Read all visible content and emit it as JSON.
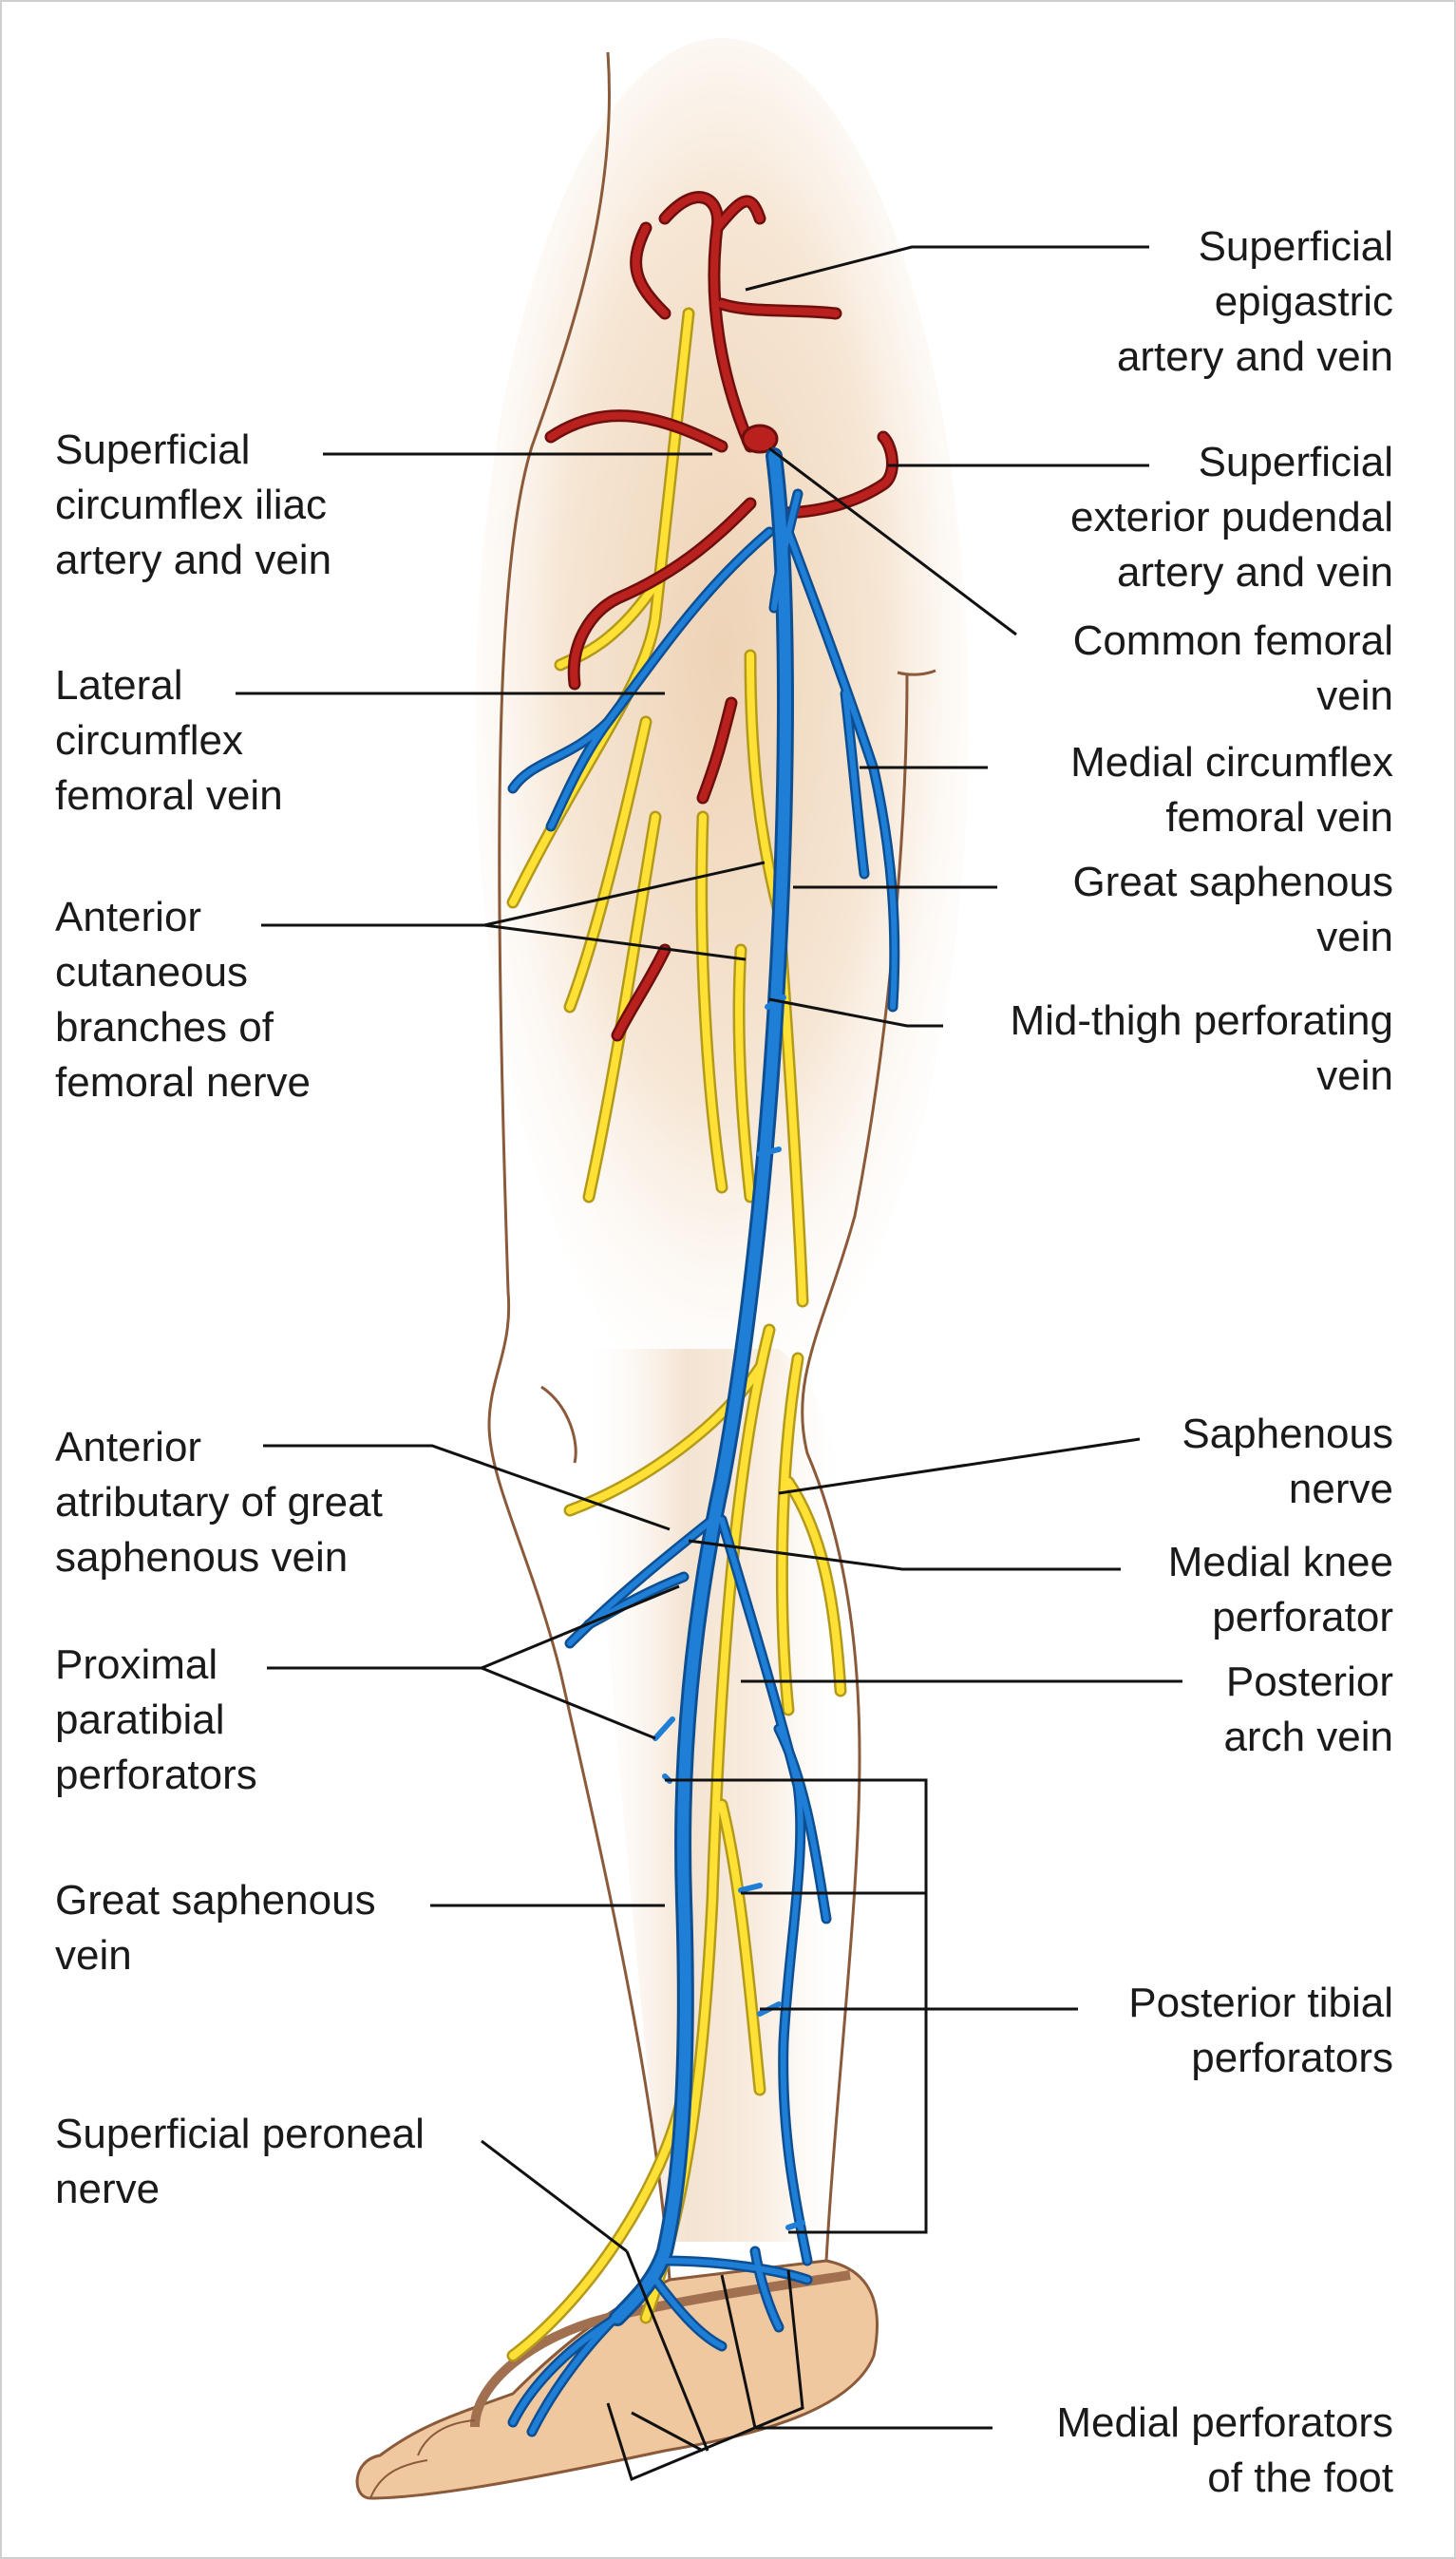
{
  "labels": {
    "superficial_epigastric": [
      "Superficial",
      "epigastric",
      "artery and vein"
    ],
    "superficial_circumflex_iliac": [
      "Superficial",
      "circumflex iliac",
      "artery and vein"
    ],
    "superficial_exterior_pudendal": [
      "Superficial",
      "exterior pudendal",
      "artery and vein"
    ],
    "common_femoral_vein": [
      "Common femoral",
      "vein"
    ],
    "lateral_circumflex_femoral": [
      "Lateral",
      "circumflex",
      "femoral vein"
    ],
    "medial_circumflex_femoral": [
      "Medial circumflex",
      "femoral vein"
    ],
    "great_saphenous_upper": [
      "Great saphenous",
      "vein"
    ],
    "anterior_cutaneous": [
      "Anterior",
      "cutaneous",
      "branches of",
      "femoral nerve"
    ],
    "mid_thigh_perforating": [
      "Mid-thigh perforating",
      "vein"
    ],
    "saphenous_nerve": [
      "Saphenous",
      "nerve"
    ],
    "anterior_tributary": [
      "Anterior",
      "atributary of great",
      "saphenous vein"
    ],
    "medial_knee_perforator": [
      "Medial knee",
      "perforator"
    ],
    "proximal_paratibial": [
      "Proximal",
      "paratibial",
      "perforators"
    ],
    "posterior_arch_vein": [
      "Posterior",
      "arch vein"
    ],
    "great_saphenous_lower": [
      "Great saphenous",
      "vein"
    ],
    "posterior_tibial_perforators": [
      "Posterior tibial",
      "perforators"
    ],
    "superficial_peroneal_nerve": [
      "Superficial peroneal",
      "nerve"
    ],
    "medial_perforators_foot": [
      "Medial perforators",
      "of the foot"
    ]
  },
  "colors": {
    "vein": "#1f7fd6",
    "vein_outline": "#0d4f92",
    "artery": "#b8211e",
    "nerve": "#ffe135",
    "nerve_outline": "#b49a1a",
    "skin_outline": "#8a5a3a",
    "skin_shade": "#f2dcc3",
    "foot_fill": "#f0c8a0",
    "leader": "#111111"
  }
}
